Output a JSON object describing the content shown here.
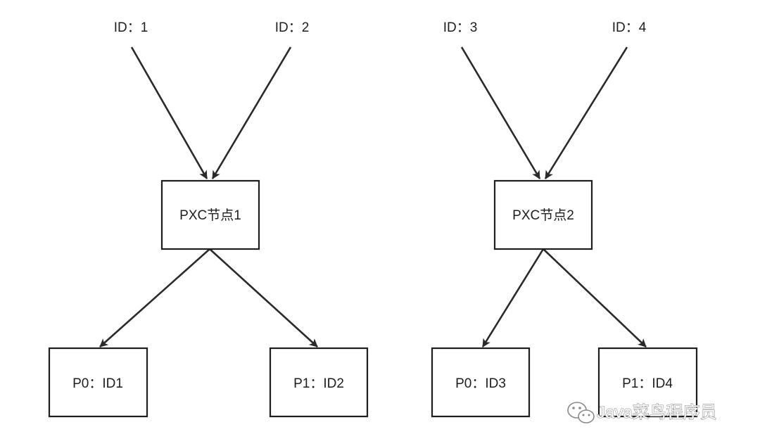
{
  "inputs": [
    {
      "id": "id1",
      "label": "ID：1"
    },
    {
      "id": "id2",
      "label": "ID：2"
    },
    {
      "id": "id3",
      "label": "ID：3"
    },
    {
      "id": "id4",
      "label": "ID：4"
    }
  ],
  "nodes": [
    {
      "id": "pxc1",
      "label": "PXC节点1"
    },
    {
      "id": "pxc2",
      "label": "PXC节点2"
    }
  ],
  "partitions": [
    {
      "id": "p0a",
      "label": "P0：ID1"
    },
    {
      "id": "p1a",
      "label": "P1：ID2"
    },
    {
      "id": "p0b",
      "label": "P0：ID3"
    },
    {
      "id": "p1b",
      "label": "P1：ID4"
    }
  ],
  "edges": [
    {
      "from": "id1",
      "to": "pxc1"
    },
    {
      "from": "id2",
      "to": "pxc1"
    },
    {
      "from": "id3",
      "to": "pxc2"
    },
    {
      "from": "id4",
      "to": "pxc2"
    },
    {
      "from": "pxc1",
      "to": "p0a"
    },
    {
      "from": "pxc1",
      "to": "p1a"
    },
    {
      "from": "pxc2",
      "to": "p0b"
    },
    {
      "from": "pxc2",
      "to": "p1b"
    }
  ],
  "watermark": {
    "text": "Java菜鸟程序员",
    "icon": "wechat-icon"
  },
  "colors": {
    "stroke": "#1e1e1e",
    "edge": "#2a2a2a",
    "background": "#ffffff",
    "watermark": "#8a8a8a"
  }
}
